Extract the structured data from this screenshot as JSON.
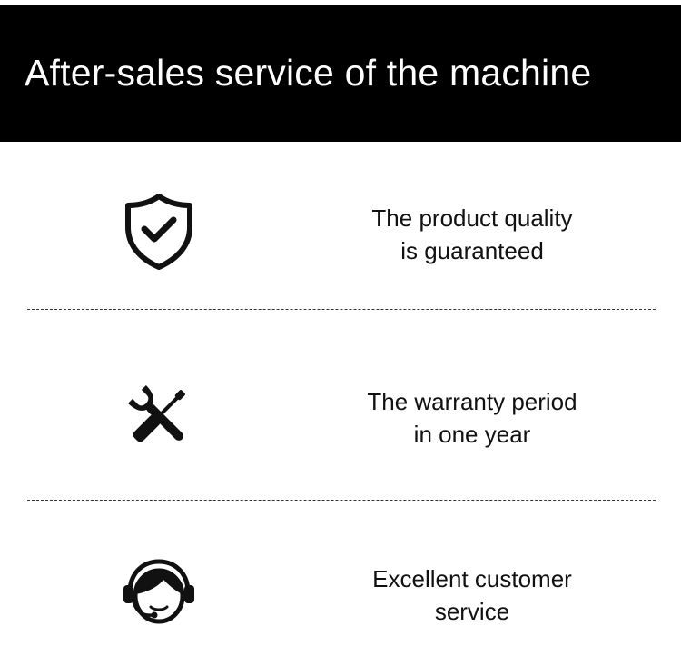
{
  "banner": {
    "title": "After-sales service of the machine",
    "background": "#000000",
    "color": "#ffffff"
  },
  "items": [
    {
      "icon": "shield-check-icon",
      "line1": "The product quality",
      "line2": "is guaranteed"
    },
    {
      "icon": "wrench-screwdriver-icon",
      "line1": "The warranty period",
      "line2": "in one year"
    },
    {
      "icon": "customer-service-headset-icon",
      "line1": "Excellent customer",
      "line2": "service"
    }
  ]
}
